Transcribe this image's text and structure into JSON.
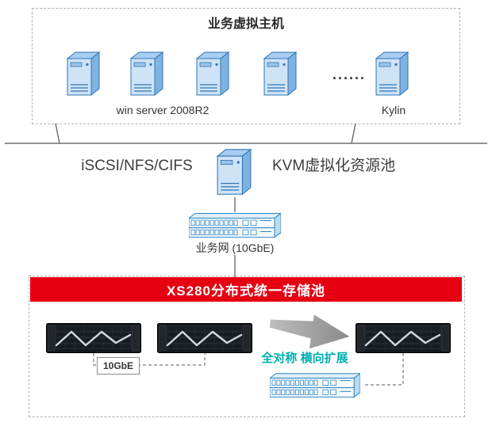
{
  "colors": {
    "banner_red": "#e60012",
    "accent_teal": "#00aeb0",
    "device_blue": "#2f86c4",
    "line_gray": "#555555"
  },
  "top_group": {
    "title": "业务虚拟主机",
    "ellipsis": "......",
    "left_label": "win server 2008R2",
    "right_label": "Kylin"
  },
  "middle": {
    "protocols_label": "iSCSI/NFS/CIFS",
    "kvm_label": "KVM虚拟化资源池",
    "network_label": "业务网 (10GbE)"
  },
  "storage": {
    "banner_title": "XS280分布式统一存储池",
    "link_label": "10GbE",
    "scale_label": "全对称 横向扩展"
  },
  "icons": {
    "server": "server-icon",
    "network_switch": "network-switch-icon",
    "storage_array": "storage-array-icon",
    "expand_arrow": "expand-arrow-icon"
  }
}
